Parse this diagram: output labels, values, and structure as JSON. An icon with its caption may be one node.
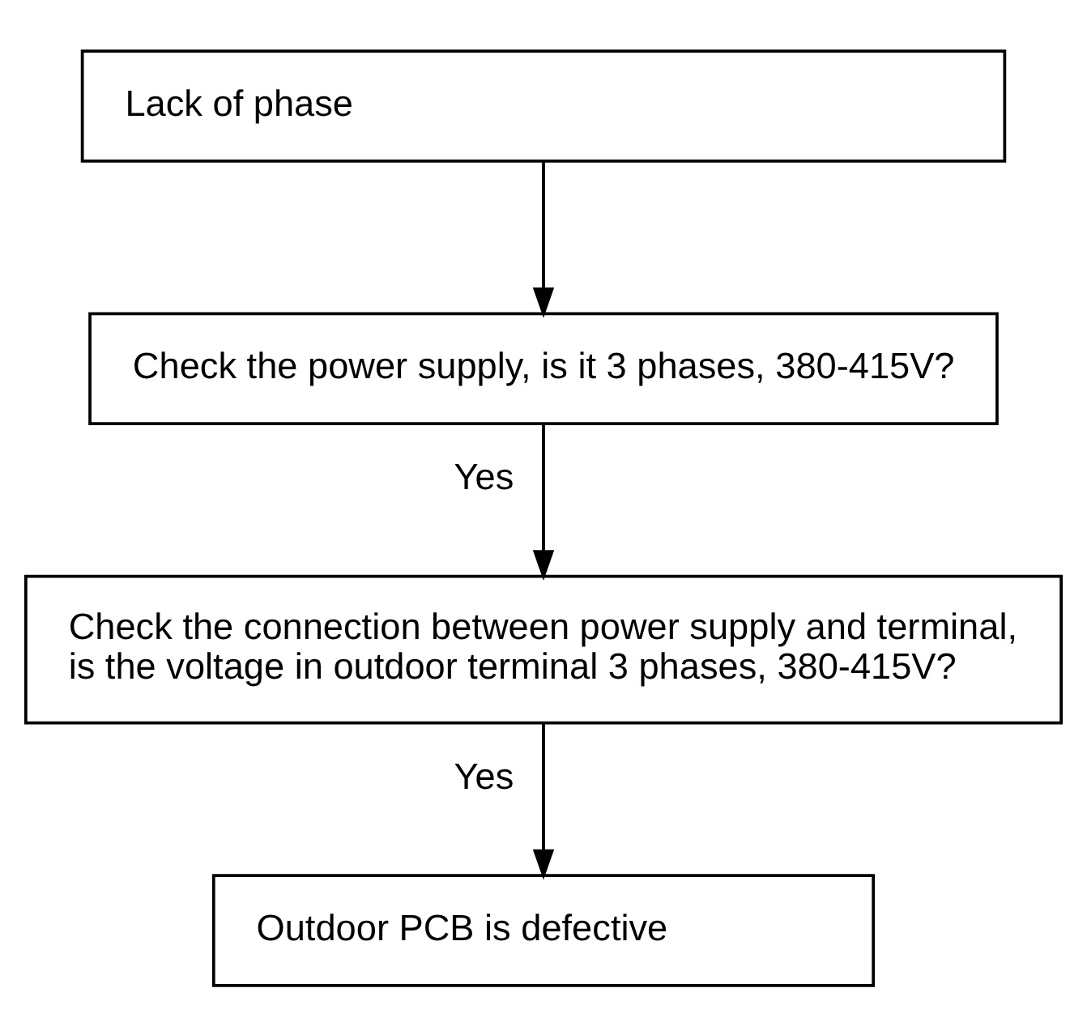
{
  "diagram": {
    "nodes": [
      {
        "text": [
          "Lack of phase"
        ]
      },
      {
        "text": [
          "Check the power supply, is it 3 phases, 380-415V?"
        ]
      },
      {
        "text": [
          "Check the connection between power supply and terminal, is the voltage in outdoor terminal 3 phases, 380-415V?"
        ]
      },
      {
        "text": [
          "Outdoor PCB is defective"
        ]
      }
    ],
    "edges": [
      {
        "from": 0,
        "to": 1,
        "arrow": "to"
      },
      {
        "from": 1,
        "to": 2,
        "arrow": "to",
        "label": "Yes"
      },
      {
        "from": 2,
        "to": 3,
        "arrow": "to",
        "label": "Yes"
      }
    ]
  }
}
